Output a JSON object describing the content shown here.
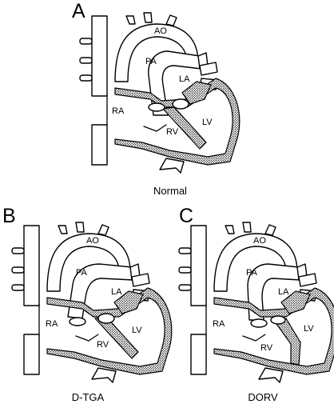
{
  "figure": {
    "panels": [
      {
        "letter": "A",
        "caption": "Normal",
        "labels": {
          "ao": "AO",
          "pa": "PA",
          "la": "LA",
          "lv": "LV",
          "ra": "RA",
          "rv": "RV"
        }
      },
      {
        "letter": "B",
        "caption": "D-TGA",
        "labels": {
          "ao": "AO",
          "pa": "PA",
          "la": "LA",
          "lv": "LV",
          "ra": "RA",
          "rv": "RV"
        }
      },
      {
        "letter": "C",
        "caption": "DORV",
        "labels": {
          "ao": "AO",
          "pa": "PA",
          "la": "LA",
          "lv": "LV",
          "ra": "RA",
          "rv": "RV"
        }
      }
    ]
  }
}
